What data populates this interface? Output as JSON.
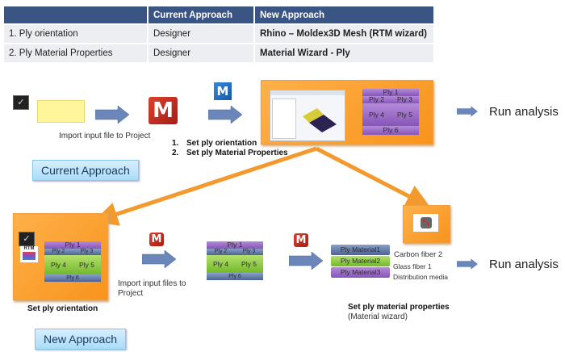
{
  "table": {
    "headers": [
      "",
      "Current Approach",
      "New Approach"
    ],
    "rows": [
      [
        "1. Ply orientation",
        "Designer",
        "Rhino – Moldex3D Mesh (RTM wizard)"
      ],
      [
        "2. Ply Material Properties",
        "Designer",
        "Material Wizard - Ply"
      ]
    ]
  },
  "current": {
    "import_label": "Import input file to Project",
    "steps": [
      "1.",
      "Set ply orientation",
      "2.",
      "Set ply Material Properties"
    ],
    "approach_label": "Current Approach",
    "run_label": "Run analysis"
  },
  "new": {
    "set_orientation_label": "Set ply orientation",
    "import_label_1": "Import input files to",
    "import_label_2": "Project",
    "approach_label": "New Approach",
    "run_label": "Run analysis",
    "materials": [
      "Ply Material1",
      "Ply Material2",
      "Ply Material3"
    ],
    "material_names": [
      "Carbon fiber 2",
      "Glass fiber 1",
      "Distribution media"
    ],
    "set_material_label": "Set ply material properties",
    "material_wizard_label": "(Material wizard)",
    "rtm_label": "RTM"
  },
  "plies": [
    "Ply 1",
    "Ply 2",
    "Ply 3",
    "Ply 4",
    "Ply 5",
    "Ply 6"
  ],
  "icons": {
    "moldex": "M",
    "colors": {
      "header": "#3a5583",
      "accent_orange": "#f7941d",
      "arrow_blue": "#6b86b8"
    }
  }
}
